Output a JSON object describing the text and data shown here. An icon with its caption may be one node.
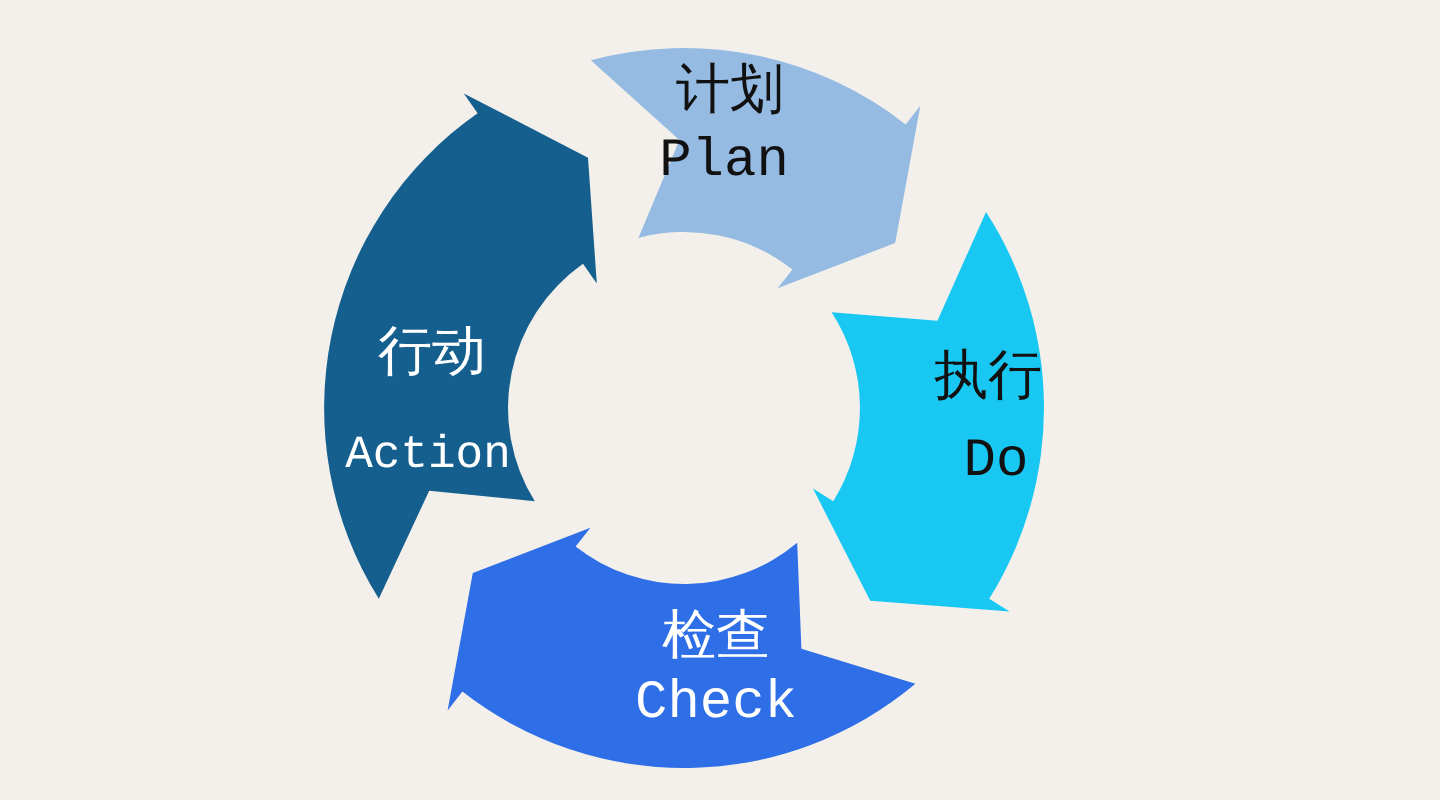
{
  "diagram": {
    "nodes": [
      {
        "text": [
          "计划",
          "Plan"
        ]
      },
      {
        "text": [
          "执行",
          "Do"
        ]
      },
      {
        "text": [
          "检查",
          "Check"
        ]
      },
      {
        "text": [
          "行动",
          "Action"
        ]
      }
    ]
  }
}
